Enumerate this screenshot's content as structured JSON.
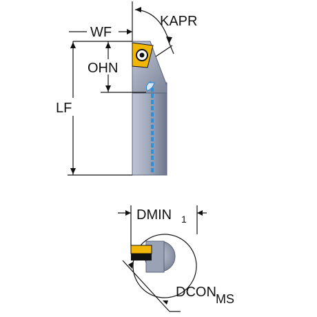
{
  "labels": {
    "wf": "WF",
    "kapr": "KAPR",
    "ohn": "OHN",
    "lf": "LF",
    "dmin": "DMIN",
    "dmin_sub": "1",
    "dcon": "DCON",
    "dcon_sub": "MS"
  },
  "colors": {
    "body_light": "#a9b0c2",
    "body_mid": "#7f889e",
    "body_dark": "#5a6278",
    "coolant": "#2f8fd8",
    "insert": "#f2b705",
    "ink": "#111111"
  }
}
